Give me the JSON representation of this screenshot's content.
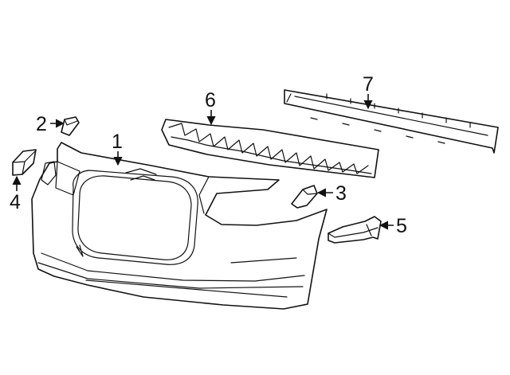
{
  "callouts": {
    "c1": "1",
    "c2": "2",
    "c3": "3",
    "c4": "4",
    "c5": "5",
    "c6": "6",
    "c7": "7"
  },
  "colors": {
    "stroke": "#111111",
    "background": "#ffffff"
  }
}
